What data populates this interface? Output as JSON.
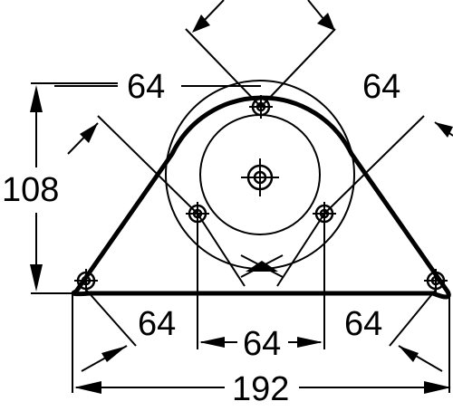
{
  "dimensions": {
    "overall_width": "192",
    "height": "108",
    "bottom_center": "64",
    "bottom_left": "64",
    "bottom_right": "64",
    "top_left": "64",
    "top_right": "64"
  }
}
